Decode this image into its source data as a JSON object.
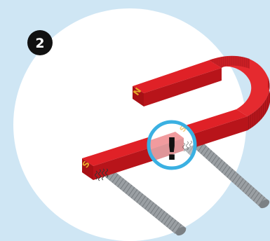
{
  "step_badge": {
    "number": "2"
  },
  "magnet": {
    "pole_top_arm": "N",
    "pole_bottom_arm": "S",
    "pole_hidden": "S",
    "color": "#d71920"
  },
  "warning": {
    "symbol": "!",
    "ring_color": "#3ab0e2"
  },
  "colors": {
    "background": "#cfe6f4",
    "circle": "#ffffff",
    "rod": "#8d9296",
    "pole_letter": "#e8a92a"
  }
}
